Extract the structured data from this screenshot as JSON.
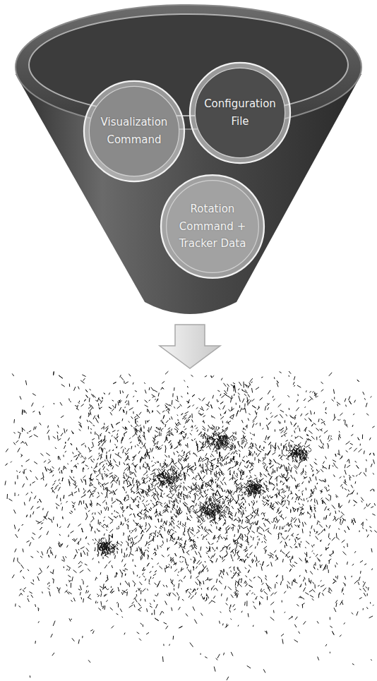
{
  "diagram": {
    "nodes": [
      {
        "text": [
          "Visualization Command"
        ]
      },
      {
        "text": [
          "Configuration File"
        ]
      },
      {
        "text": [
          "Rotation Command + Tracker Data"
        ]
      }
    ]
  }
}
